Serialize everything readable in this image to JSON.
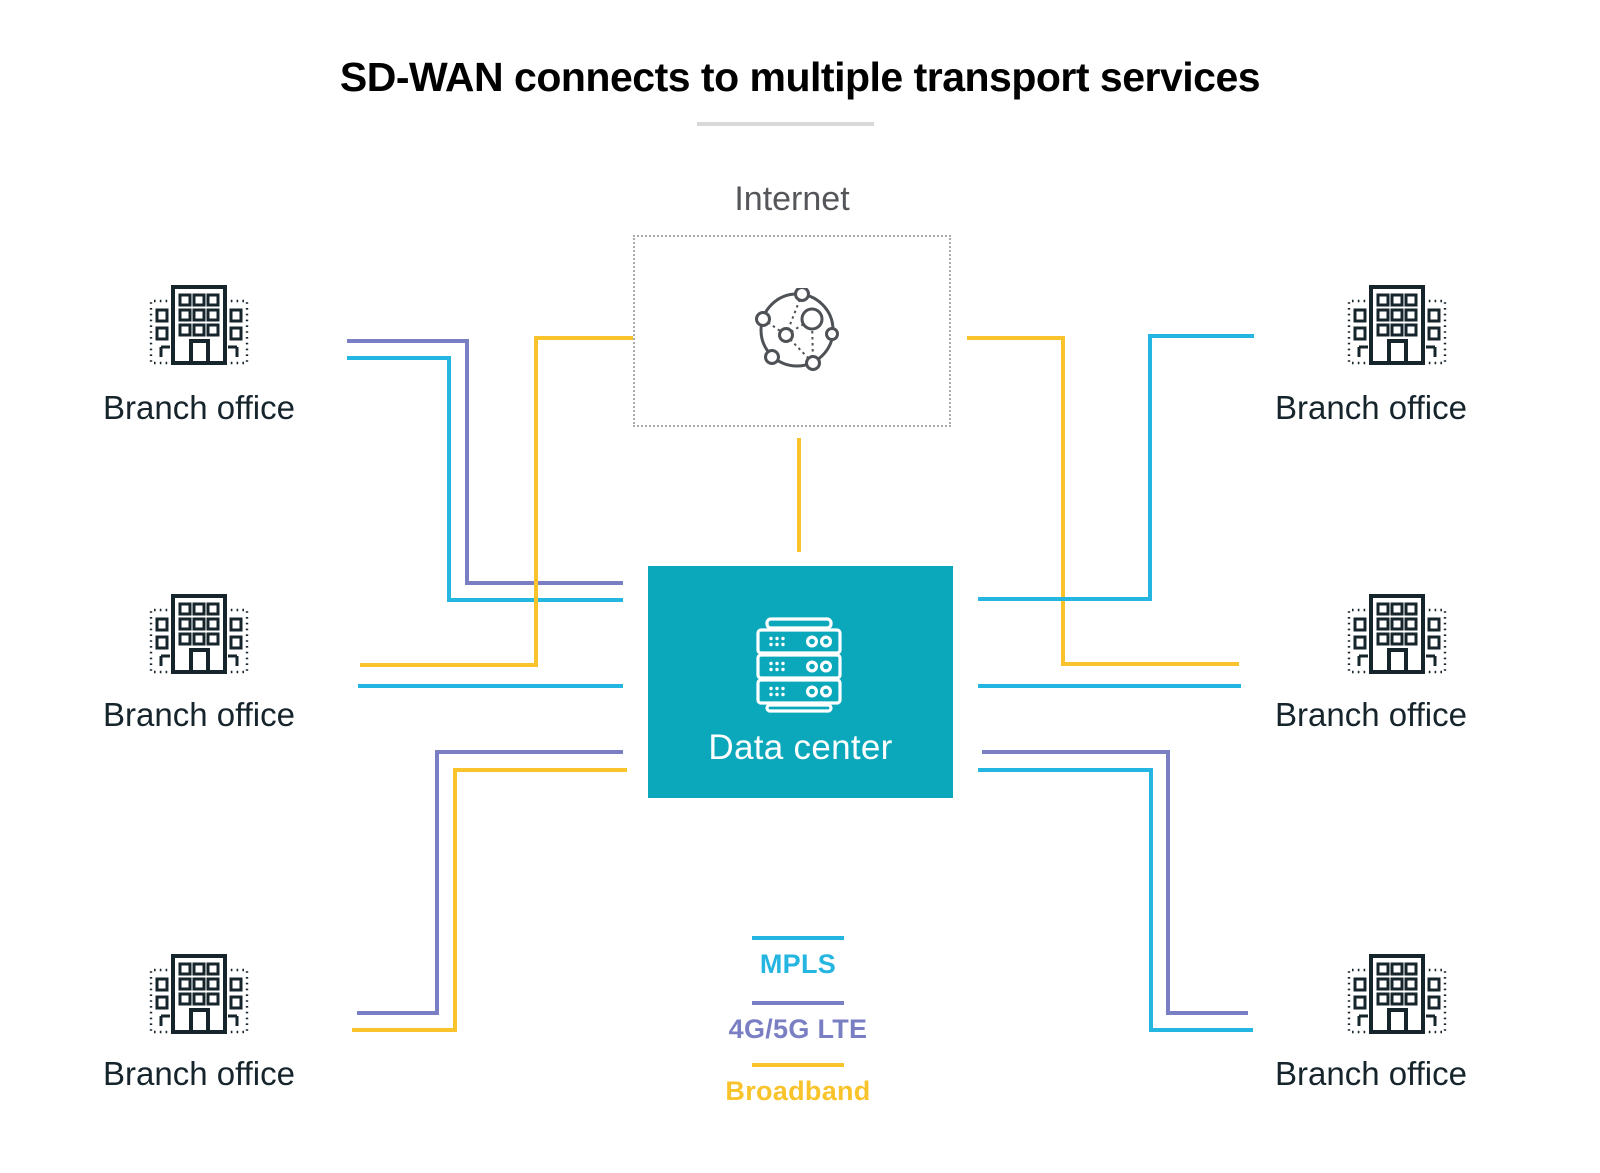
{
  "title": {
    "text": "SD-WAN connects to multiple transport services"
  },
  "nodes": {
    "internet_label": "Internet",
    "data_center_label": "Data center",
    "branch_office_label": "Branch office"
  },
  "legend": {
    "items": [
      {
        "service": "mpls",
        "label": "MPLS"
      },
      {
        "service": "lte",
        "label": "4G/5G LTE"
      },
      {
        "service": "broadband",
        "label": "Broadband"
      }
    ]
  },
  "colors": {
    "mpls": "#24b5e1",
    "lte": "#7a7fc3",
    "broadband": "#f9c42b",
    "data_center_bg": "#0ba7ba"
  },
  "connections": {
    "segments": [
      [
        "lte",
        347,
        339,
        122,
        4
      ],
      [
        "lte",
        465,
        339,
        4,
        246
      ],
      [
        "lte",
        465,
        581,
        158,
        4
      ],
      [
        "mpls",
        347,
        356,
        104,
        4
      ],
      [
        "mpls",
        447,
        356,
        4,
        246
      ],
      [
        "mpls",
        447,
        598,
        176,
        4
      ],
      [
        "mpls",
        358,
        684,
        265,
        4
      ],
      [
        "lte",
        435,
        750,
        188,
        4
      ],
      [
        "lte",
        435,
        750,
        4,
        265
      ],
      [
        "lte",
        357,
        1011,
        82,
        4
      ],
      [
        "broadband",
        534,
        336,
        99,
        4
      ],
      [
        "broadband",
        534,
        336,
        4,
        331
      ],
      [
        "broadband",
        360,
        663,
        178,
        4
      ],
      [
        "broadband",
        453,
        768,
        174,
        4
      ],
      [
        "broadband",
        453,
        768,
        4,
        264
      ],
      [
        "broadband",
        352,
        1028,
        105,
        4
      ],
      [
        "broadband",
        797,
        438,
        4,
        114
      ],
      [
        "broadband",
        967,
        336,
        98,
        4
      ],
      [
        "broadband",
        1061,
        336,
        4,
        330
      ],
      [
        "broadband",
        1061,
        662,
        178,
        4
      ],
      [
        "mpls",
        1148,
        334,
        106,
        4
      ],
      [
        "mpls",
        1148,
        334,
        4,
        267
      ],
      [
        "mpls",
        978,
        597,
        174,
        4
      ],
      [
        "mpls",
        978,
        684,
        263,
        4
      ],
      [
        "lte",
        982,
        750,
        188,
        4
      ],
      [
        "lte",
        1166,
        750,
        4,
        265
      ],
      [
        "lte",
        1166,
        1011,
        82,
        4
      ],
      [
        "mpls",
        978,
        768,
        175,
        4
      ],
      [
        "mpls",
        1149,
        768,
        4,
        264
      ],
      [
        "mpls",
        1149,
        1028,
        104,
        4
      ]
    ]
  }
}
